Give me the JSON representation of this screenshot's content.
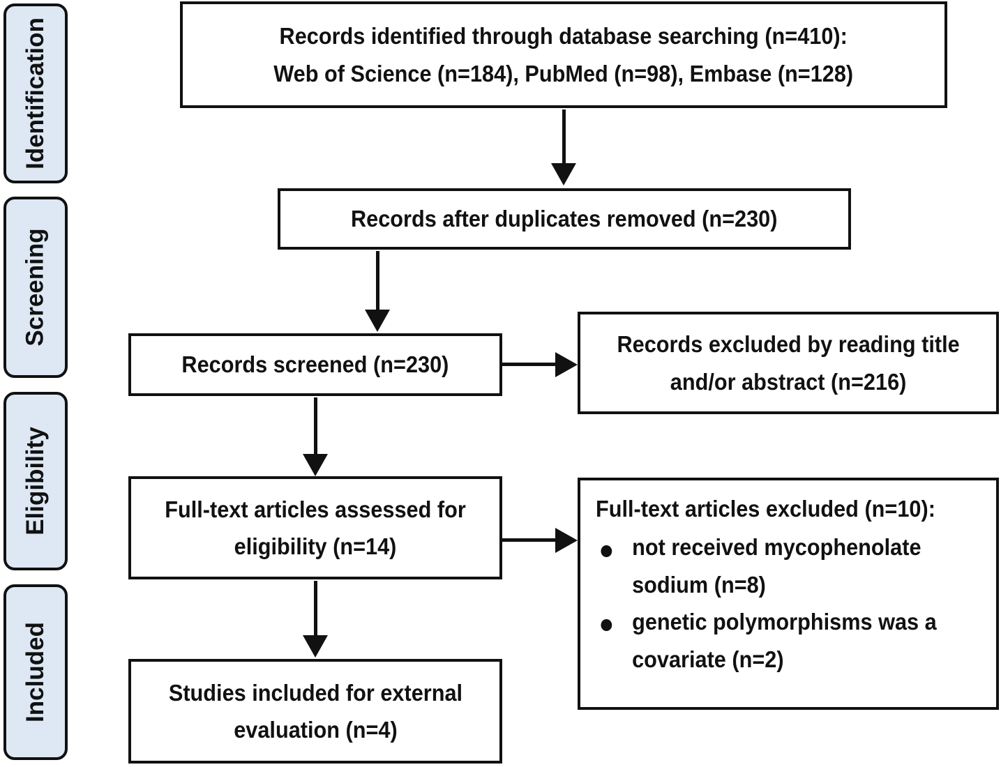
{
  "diagram": {
    "title": "PRISMA study selection flow diagram",
    "accent_fill": "#dde8f4",
    "stroke_color": "#111111",
    "box_fill": "#ffffff"
  },
  "stages": [
    {
      "id": "identification",
      "label": "Identification"
    },
    {
      "id": "screening",
      "label": "Screening"
    },
    {
      "id": "eligibility",
      "label": "Eligibility"
    },
    {
      "id": "included",
      "label": "Included"
    }
  ],
  "boxes": {
    "identified": {
      "line1": "Records identified through database searching (n=410):",
      "line2": "Web of Science (n=184), PubMed (n=98), Embase (n=128)"
    },
    "after_duplicates": {
      "line1": "Records after duplicates removed (n=230)"
    },
    "screened": {
      "line1": "Records screened (n=230)"
    },
    "excluded_title_abstract": {
      "line1": "Records excluded by reading title",
      "line2": "and/or abstract (n=216)"
    },
    "fulltext_assessed": {
      "line1": "Full-text articles assessed for",
      "line2": "eligibility (n=14)"
    },
    "fulltext_excluded": {
      "heading": "Full-text articles excluded (n=10):",
      "reasons": [
        "not received mycophenolate sodium (n=8)",
        "genetic polymorphisms was a covariate (n=2)"
      ]
    },
    "included_studies": {
      "line1": "Studies included for external",
      "line2": "evaluation (n=4)"
    }
  },
  "counts": {
    "identified_total": 410,
    "web_of_science": 184,
    "pubmed": 98,
    "embase": 128,
    "after_duplicates": 230,
    "screened": 230,
    "excluded_title_abstract": 216,
    "fulltext_assessed": 14,
    "fulltext_excluded": 10,
    "excluded_not_received_mps": 8,
    "excluded_genetic_covariate": 2,
    "included_studies": 4
  }
}
